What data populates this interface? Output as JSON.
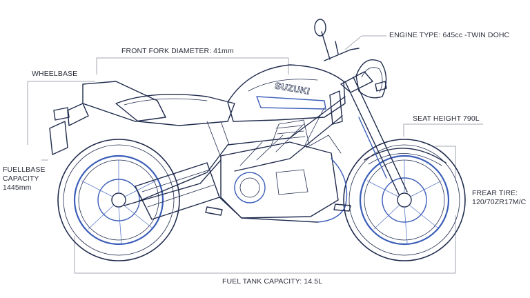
{
  "labels": {
    "front_fork": "FRONT FORK DIAMETER: 41mm",
    "wheelbase": "WHEELBASE",
    "engine_type": "ENGINE TYPE: 645cc -TWIN DOHC",
    "seat_height": "SEAT HEIGHT 790L",
    "fuelbase_line1": "FUELLBASE",
    "fuelbase_line2": "CAPACITY",
    "fuelbase_line3": "1445mm",
    "rear_tire_line1": "FREAR TIRE:",
    "rear_tire_line2": "120/70ZR17M/C",
    "fuel_tank": "FUEL TANK CAPACITY: 14.5L"
  },
  "brand": {
    "tank_logo": "SUZUKI"
  },
  "colors": {
    "outline": "#1f2b4d",
    "accent_blue": "#3a5db8",
    "dimension_line": "#8a8f9c",
    "label_text": "#2a2d3a"
  }
}
